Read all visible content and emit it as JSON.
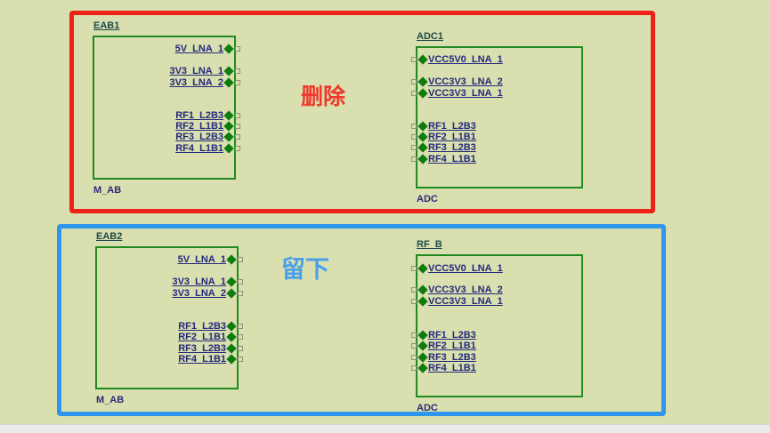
{
  "annotations": {
    "delete_label": "删除",
    "keep_label": "留下"
  },
  "colors": {
    "background": "#d9dfae",
    "delete_outline": "#ee2116",
    "keep_outline": "#2e96ec",
    "delete_text": "#ee392b",
    "keep_text": "#4aa0ea",
    "sheet_border": "#1f8a1f",
    "port_diamond": "#0d7c0d",
    "port_text": "#23297d",
    "title_text": "#1d4a4a"
  },
  "groups": [
    {
      "name": "delete-group",
      "annotation": "删除",
      "outline_color": "#ee2116"
    },
    {
      "name": "keep-group",
      "annotation": "留下",
      "outline_color": "#2e96ec"
    }
  ],
  "sheets": [
    {
      "title": "EAB1",
      "bottom_label": "M_AB",
      "ports": [
        "5V_LNA_1",
        "3V3_LNA_1",
        "3V3_LNA_2",
        "RF1_L2B3",
        "RF2_L1B1",
        "RF3_L2B3",
        "RF4_L1B1"
      ]
    },
    {
      "title": "ADC1",
      "bottom_label": "ADC",
      "ports": [
        "VCC5V0_LNA_1",
        "VCC3V3_LNA_2",
        "VCC3V3_LNA_1",
        "RF1_L2B3",
        "RF2_L1B1",
        "RF3_L2B3",
        "RF4_L1B1"
      ]
    },
    {
      "title": "EAB2",
      "bottom_label": "M_AB",
      "ports": [
        "5V_LNA_1",
        "3V3_LNA_1",
        "3V3_LNA_2",
        "RF1_L2B3",
        "RF2_L1B1",
        "RF3_L2B3",
        "RF4_L1B1"
      ]
    },
    {
      "title": "RF_B",
      "bottom_label": "ADC",
      "ports": [
        "VCC5V0_LNA_1",
        "VCC3V3_LNA_2",
        "VCC3V3_LNA_1",
        "RF1_L2B3",
        "RF2_L1B1",
        "RF3_L2B3",
        "RF4_L1B1"
      ]
    }
  ]
}
